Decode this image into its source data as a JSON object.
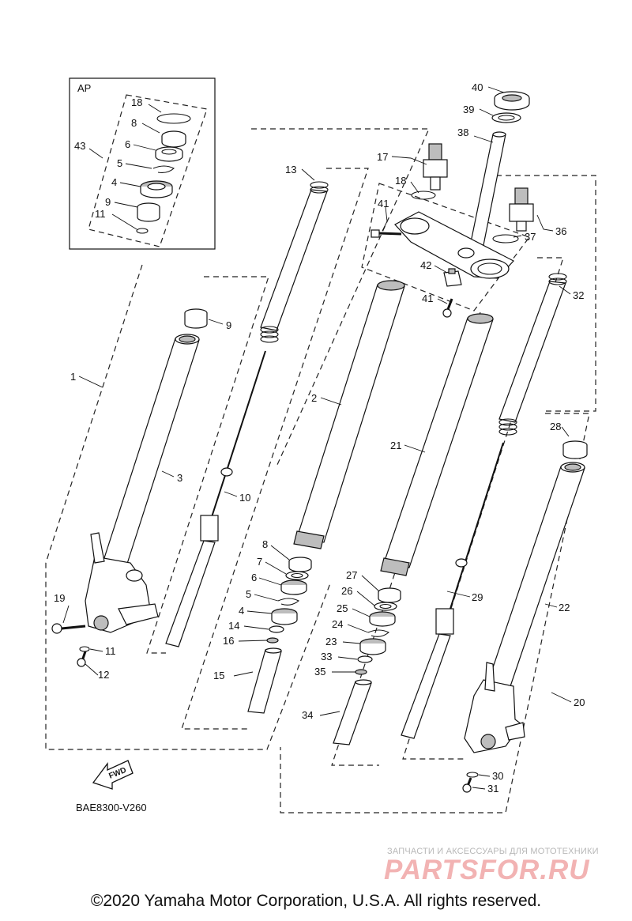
{
  "diagram": {
    "box_label": "AP",
    "fwd_label": "FWD",
    "ref_code": "BAE8300-V260",
    "callouts": [
      {
        "id": "ap-18",
        "text": "18"
      },
      {
        "id": "ap-8",
        "text": "8"
      },
      {
        "id": "ap-43",
        "text": "43"
      },
      {
        "id": "ap-6",
        "text": "6"
      },
      {
        "id": "ap-5",
        "text": "5"
      },
      {
        "id": "ap-4",
        "text": "4"
      },
      {
        "id": "ap-9",
        "text": "9"
      },
      {
        "id": "ap-11",
        "text": "11"
      },
      {
        "id": "p40",
        "text": "40"
      },
      {
        "id": "p39",
        "text": "39"
      },
      {
        "id": "p38",
        "text": "38"
      },
      {
        "id": "p17",
        "text": "17"
      },
      {
        "id": "p18",
        "text": "18"
      },
      {
        "id": "p13",
        "text": "13"
      },
      {
        "id": "p41a",
        "text": "41"
      },
      {
        "id": "p37",
        "text": "37"
      },
      {
        "id": "p36",
        "text": "36"
      },
      {
        "id": "p42",
        "text": "42"
      },
      {
        "id": "p41b",
        "text": "41"
      },
      {
        "id": "p32",
        "text": "32"
      },
      {
        "id": "p9",
        "text": "9"
      },
      {
        "id": "p1",
        "text": "1"
      },
      {
        "id": "p2",
        "text": "2"
      },
      {
        "id": "p3",
        "text": "3"
      },
      {
        "id": "p10",
        "text": "10"
      },
      {
        "id": "p21",
        "text": "21"
      },
      {
        "id": "p28",
        "text": "28"
      },
      {
        "id": "p8",
        "text": "8"
      },
      {
        "id": "p7",
        "text": "7"
      },
      {
        "id": "p6",
        "text": "6"
      },
      {
        "id": "p5",
        "text": "5"
      },
      {
        "id": "p4",
        "text": "4"
      },
      {
        "id": "p14",
        "text": "14"
      },
      {
        "id": "p16",
        "text": "16"
      },
      {
        "id": "p15",
        "text": "15"
      },
      {
        "id": "p27",
        "text": "27"
      },
      {
        "id": "p26",
        "text": "26"
      },
      {
        "id": "p25",
        "text": "25"
      },
      {
        "id": "p24",
        "text": "24"
      },
      {
        "id": "p23",
        "text": "23"
      },
      {
        "id": "p33",
        "text": "33"
      },
      {
        "id": "p35",
        "text": "35"
      },
      {
        "id": "p34",
        "text": "34"
      },
      {
        "id": "p29",
        "text": "29"
      },
      {
        "id": "p22",
        "text": "22"
      },
      {
        "id": "p20",
        "text": "20"
      },
      {
        "id": "p19",
        "text": "19"
      },
      {
        "id": "p11",
        "text": "11"
      },
      {
        "id": "p12",
        "text": "12"
      },
      {
        "id": "p30",
        "text": "30"
      },
      {
        "id": "p31",
        "text": "31"
      }
    ]
  },
  "watermark": {
    "subtitle": "ЗАПЧАСТИ И АКСЕССУАРЫ ДЛЯ МОТОТЕХНИКИ",
    "logo": "PARTSFOR.RU"
  },
  "footer": {
    "copyright": "©2020 Yamaha Motor Corporation, U.S.A. All rights reserved."
  }
}
